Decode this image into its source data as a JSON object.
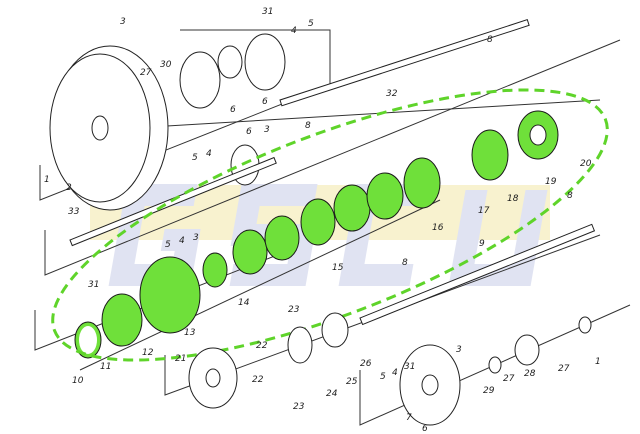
{
  "diagram": {
    "title": "Exploded parts diagram",
    "highlight_color": "#5fd42a",
    "watermark_colors": [
      "#c8cde8",
      "#f3e9a8"
    ],
    "watermark": "GSCU",
    "labels": [
      "1",
      "2",
      "3",
      "27",
      "30",
      "31",
      "4",
      "5",
      "6",
      "6",
      "8",
      "32",
      "33",
      "5",
      "4",
      "3",
      "8",
      "6",
      "5",
      "4",
      "3",
      "31",
      "16",
      "17",
      "18",
      "19",
      "20",
      "8",
      "15",
      "14",
      "13",
      "12",
      "11",
      "10",
      "9",
      "8",
      "23",
      "22",
      "21",
      "22",
      "23",
      "24",
      "25",
      "26",
      "5",
      "4",
      "31",
      "3",
      "29",
      "27",
      "28",
      "27",
      "1",
      "7",
      "6"
    ]
  }
}
